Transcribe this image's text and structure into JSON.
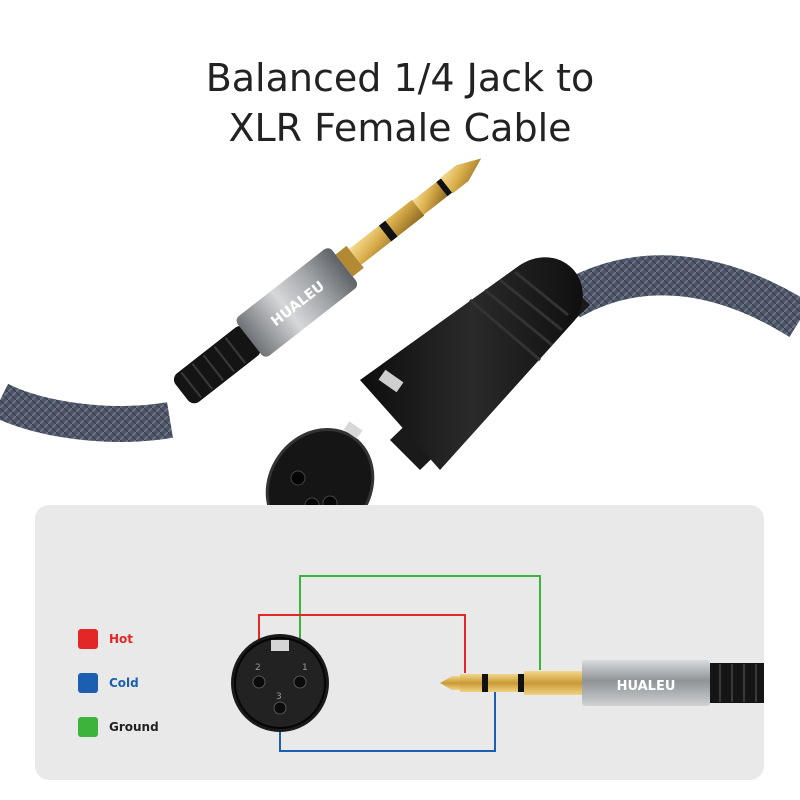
{
  "title": {
    "line1": "Balanced 1/4 Jack to",
    "line2": "XLR Female Cable"
  },
  "brand": "HUALEU",
  "legend": [
    {
      "label": "Hot",
      "color": "#e32626"
    },
    {
      "label": "Cold",
      "color": "#1c5fb0"
    },
    {
      "label": "Ground",
      "color": "#3cb43c"
    }
  ],
  "xlr_pins": [
    "1",
    "2",
    "3"
  ],
  "colors": {
    "cable": "#4c5466",
    "plug_gold": "#d9ad4a",
    "plug_silver": "#a8abae",
    "xlr_body": "#1c1c1c",
    "panel": "#e9e9e9",
    "hot": "#e32626",
    "cold": "#1c5fb0",
    "ground": "#3cb43c"
  },
  "icons": [
    "trs-plug-icon",
    "xlr-female-connector-icon"
  ]
}
